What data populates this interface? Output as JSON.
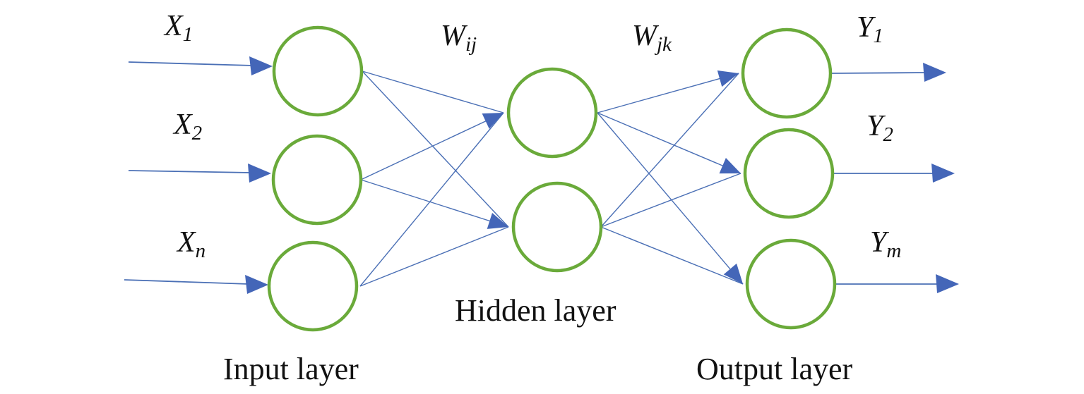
{
  "inputs": [
    {
      "symbol": "X",
      "sub": "1",
      "sub_italic": false
    },
    {
      "symbol": "X",
      "sub": "2",
      "sub_italic": false
    },
    {
      "symbol": "X",
      "sub": "n",
      "sub_italic": true
    }
  ],
  "outputs": [
    {
      "symbol": "Y",
      "sub": "1",
      "sub_italic": false
    },
    {
      "symbol": "Y",
      "sub": "2",
      "sub_italic": false
    },
    {
      "symbol": "Y",
      "sub": "m",
      "sub_italic": true
    }
  ],
  "weights": {
    "input_hidden": {
      "symbol": "W",
      "sub": "ij"
    },
    "hidden_output": {
      "symbol": "W",
      "sub": "jk"
    }
  },
  "layers": {
    "input": "Input layer",
    "hidden": "Hidden layer",
    "output": "Output layer"
  },
  "colors": {
    "node_stroke": "#6aaa3a",
    "edge": "#4a6fb5",
    "arrow": "#4466b8",
    "text": "#111111"
  }
}
